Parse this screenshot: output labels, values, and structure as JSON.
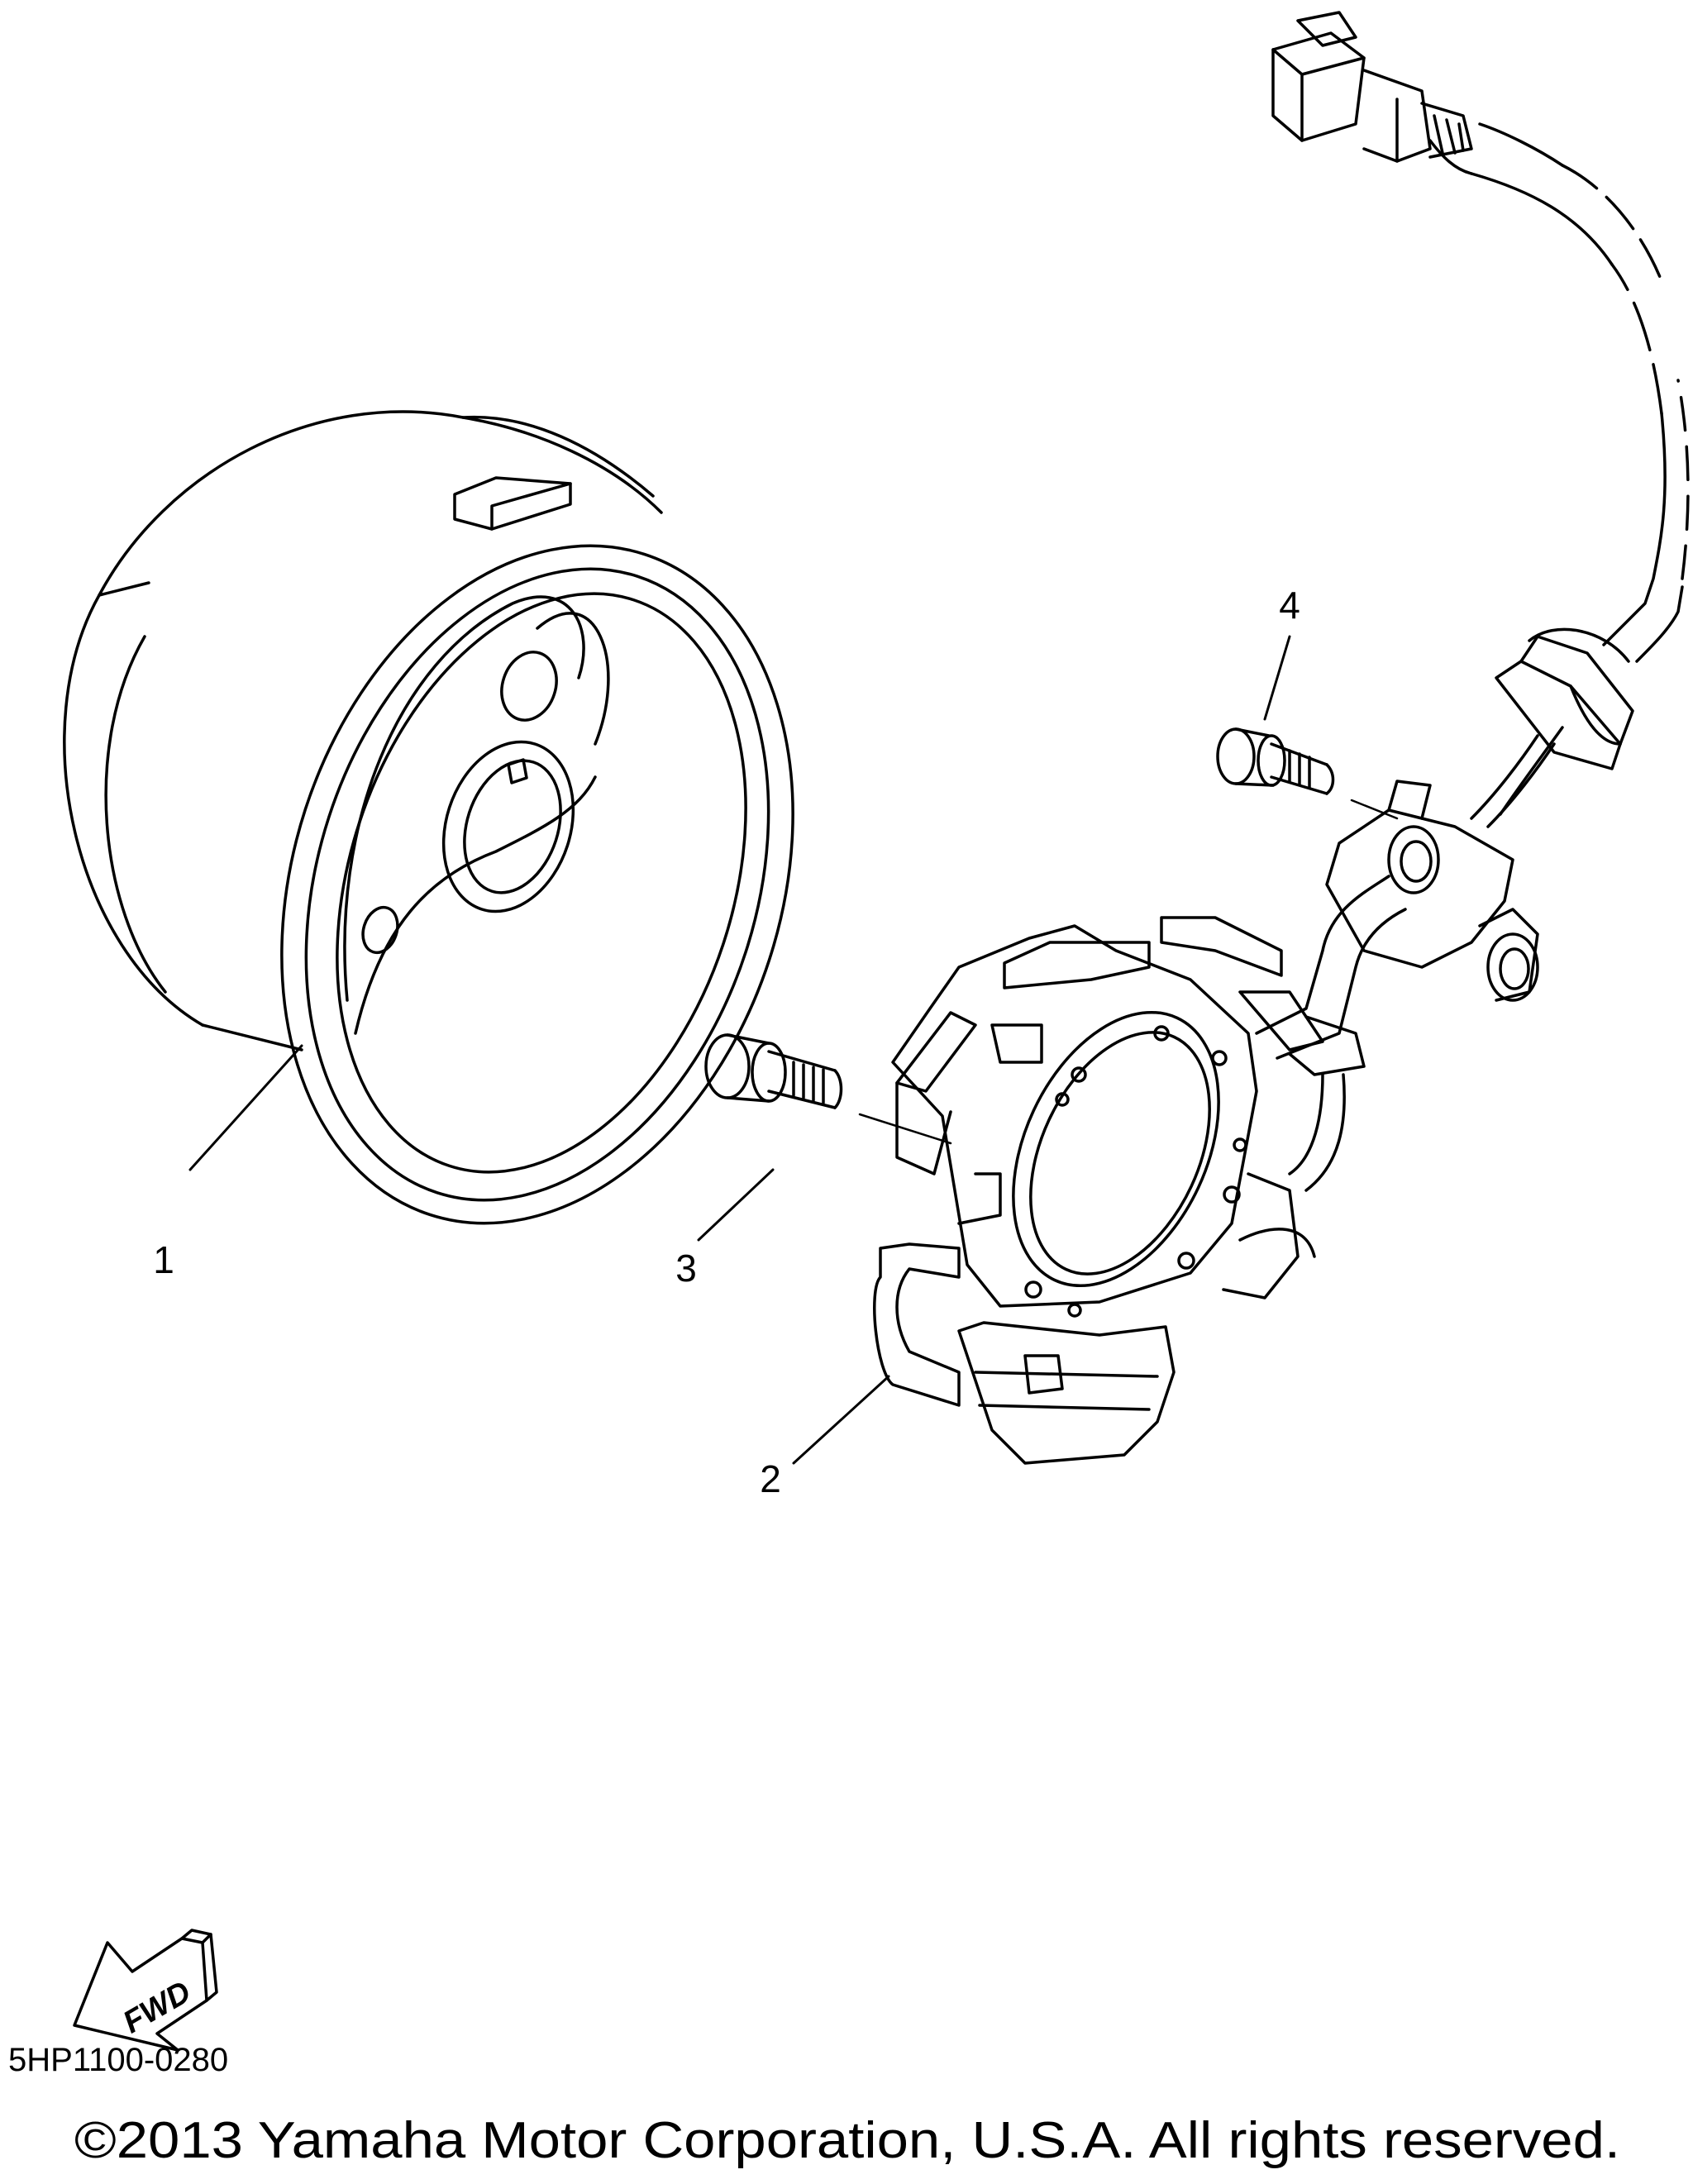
{
  "diagram": {
    "colors": {
      "line": "#000000",
      "background": "#ffffff"
    },
    "parts": [
      {
        "number": "1",
        "name": "rotor-flywheel"
      },
      {
        "number": "2",
        "name": "stator-assembly"
      },
      {
        "number": "3",
        "name": "stator-bolt"
      },
      {
        "number": "4",
        "name": "clamp-bolt"
      }
    ],
    "fwd_label": "FWD",
    "diagram_code": "5HP1100-0280",
    "copyright": "©2013 Yamaha Motor Corporation, U.S.A. All rights reserved."
  }
}
